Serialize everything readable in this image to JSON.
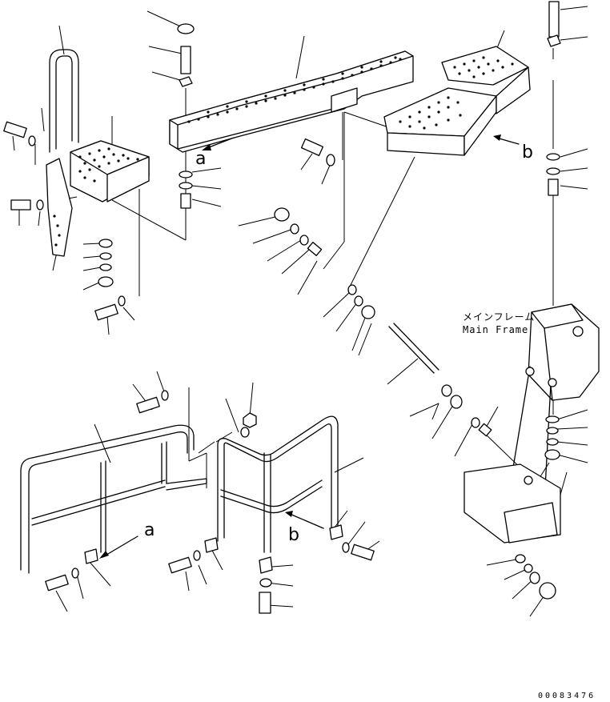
{
  "labels": {
    "ref_a_upper": "a",
    "ref_b_upper": "b",
    "ref_a_lower": "a",
    "ref_b_lower": "b",
    "main_frame_jp": "メインフレーム",
    "main_frame_en": "Main Frame",
    "drawing_number": "00083476"
  }
}
